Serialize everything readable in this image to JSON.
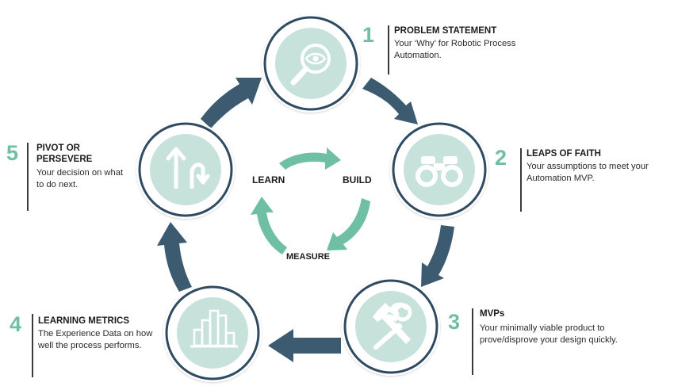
{
  "colors": {
    "accent": "#6fbfa5",
    "navy": "#3c5a70",
    "circle_fill": "#c7e2da",
    "circle_ring": "#2f4c63",
    "icon": "#ffffff"
  },
  "cycle": {
    "learn": "LEARN",
    "build": "BUILD",
    "measure": "MEASURE"
  },
  "steps": [
    {
      "number": "1",
      "title_lines": [
        "PROBLEM STATEMENT"
      ],
      "desc_lines": [
        "Your ‘Why’ for Robotic Process",
        "Automation."
      ],
      "icon": "magnifier-eye-icon"
    },
    {
      "number": "2",
      "title_lines": [
        "LEAPS OF FAITH"
      ],
      "desc_lines": [
        "Your assumptions to meet your",
        "Automation MVP."
      ],
      "icon": "binoculars-icon"
    },
    {
      "number": "3",
      "title_lines": [
        "MVPs"
      ],
      "desc_lines": [
        "Your minimally viable product to",
        "prove/disprove your design quickly."
      ],
      "icon": "hammer-wrench-icon"
    },
    {
      "number": "4",
      "title_lines": [
        "LEARNING METRICS"
      ],
      "desc_lines": [
        "The Experience Data on how",
        "well the process performs."
      ],
      "icon": "bar-chart-icon"
    },
    {
      "number": "5",
      "title_lines": [
        "PIVOT OR",
        "PERSEVERE"
      ],
      "desc_lines": [
        "Your decision on what",
        "to do next."
      ],
      "icon": "turn-arrows-icon"
    }
  ]
}
